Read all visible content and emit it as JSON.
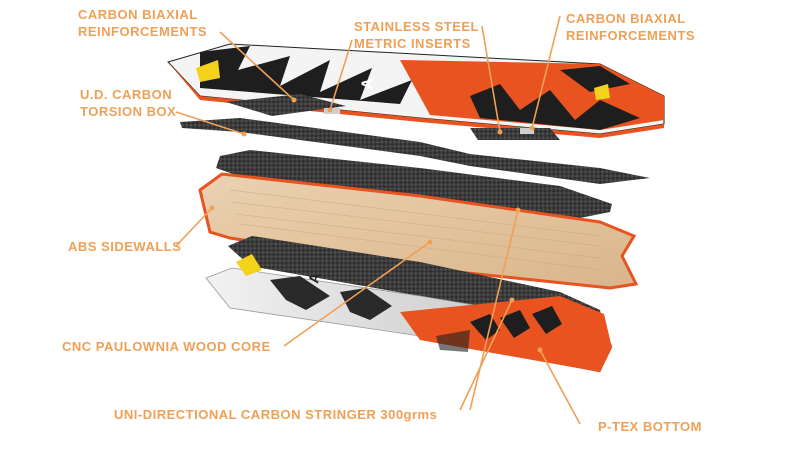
{
  "labels": {
    "carbon_biaxial_left": [
      "CARBON BIAXIAL",
      "REINFORCEMENTS"
    ],
    "stainless_inserts": [
      "STAINLESS STEEL",
      "METRIC INSERTS"
    ],
    "carbon_biaxial_right": [
      "CARBON BIAXIAL",
      "REINFORCEMENTS"
    ],
    "ud_carbon": [
      "U.D. CARBON",
      "TORSION BOX"
    ],
    "abs_sidewalls": "ABS SIDEWALLS",
    "wood_core": "CNC PAULOWNIA WOOD CORE",
    "stringer": "UNI-DIRECTIONAL CARBON STRINGER 300grms",
    "ptex": "P-TEX BOTTOM"
  },
  "board_marks": {
    "top_logo": "A",
    "bottom_logo": "A"
  },
  "colors": {
    "label": "#f0a055",
    "orange": "#e8531f",
    "carbon": "#3a3a3a",
    "wood": "#e6c9a6",
    "yellow": "#f2d21b"
  }
}
